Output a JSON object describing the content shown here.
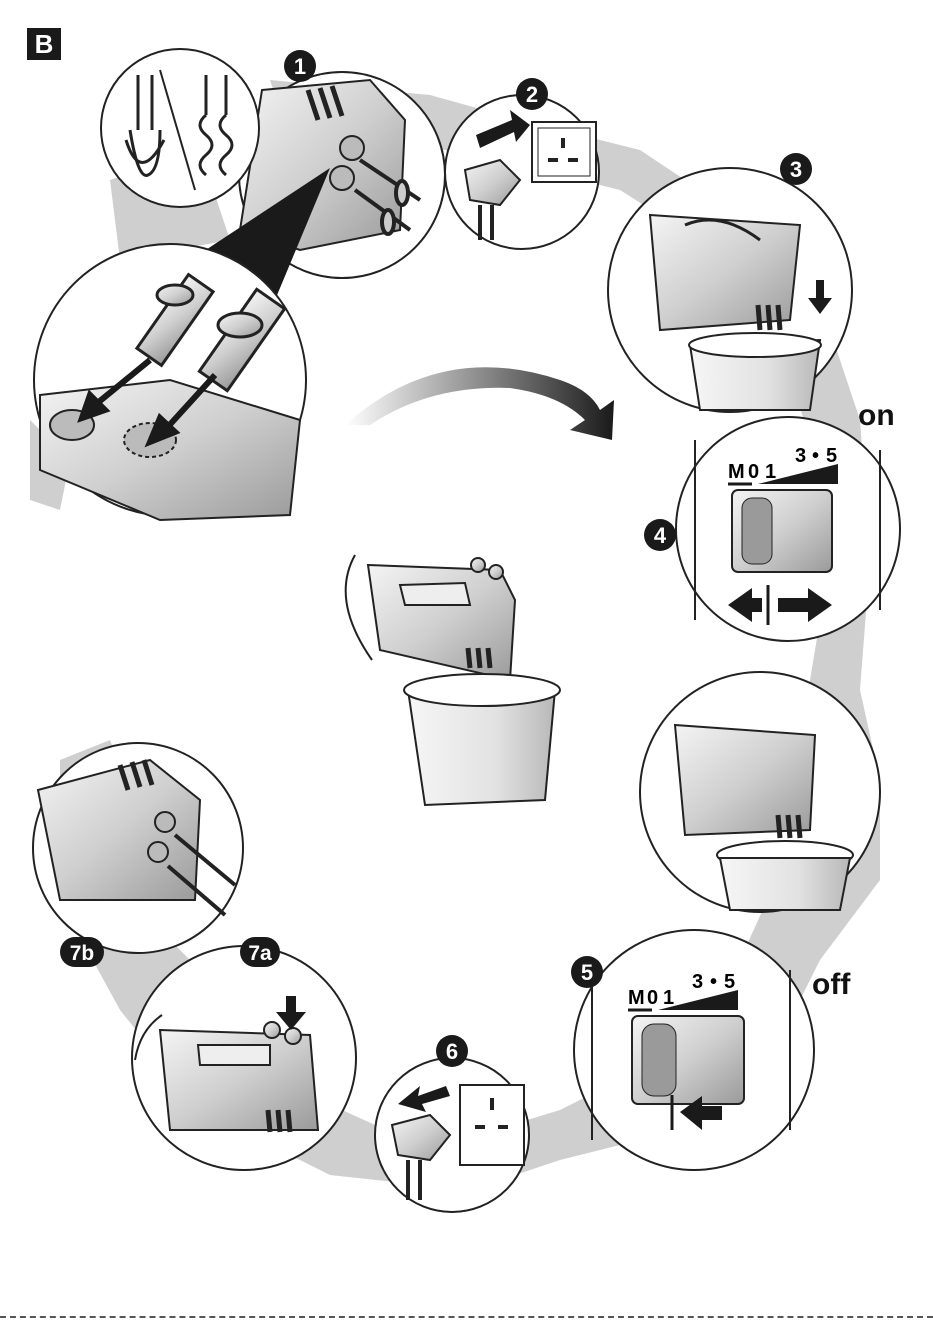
{
  "section": {
    "letter": "B"
  },
  "steps": [
    {
      "num": "1"
    },
    {
      "num": "2"
    },
    {
      "num": "3"
    },
    {
      "num": "4"
    },
    {
      "num": "5"
    },
    {
      "num": "6"
    },
    {
      "num": "7a"
    },
    {
      "num": "7b"
    }
  ],
  "labels": {
    "on": "on",
    "off": "off"
  },
  "switch": {
    "scale_m": "M",
    "scale_0": "0",
    "scale_1": "1",
    "scale_3": "3",
    "scale_dot": "•",
    "scale_5": "5"
  },
  "colors": {
    "ink": "#1a1a1a",
    "shadow": "#cfcfcf",
    "metal": "#d9d9d9",
    "outline": "#222222"
  }
}
